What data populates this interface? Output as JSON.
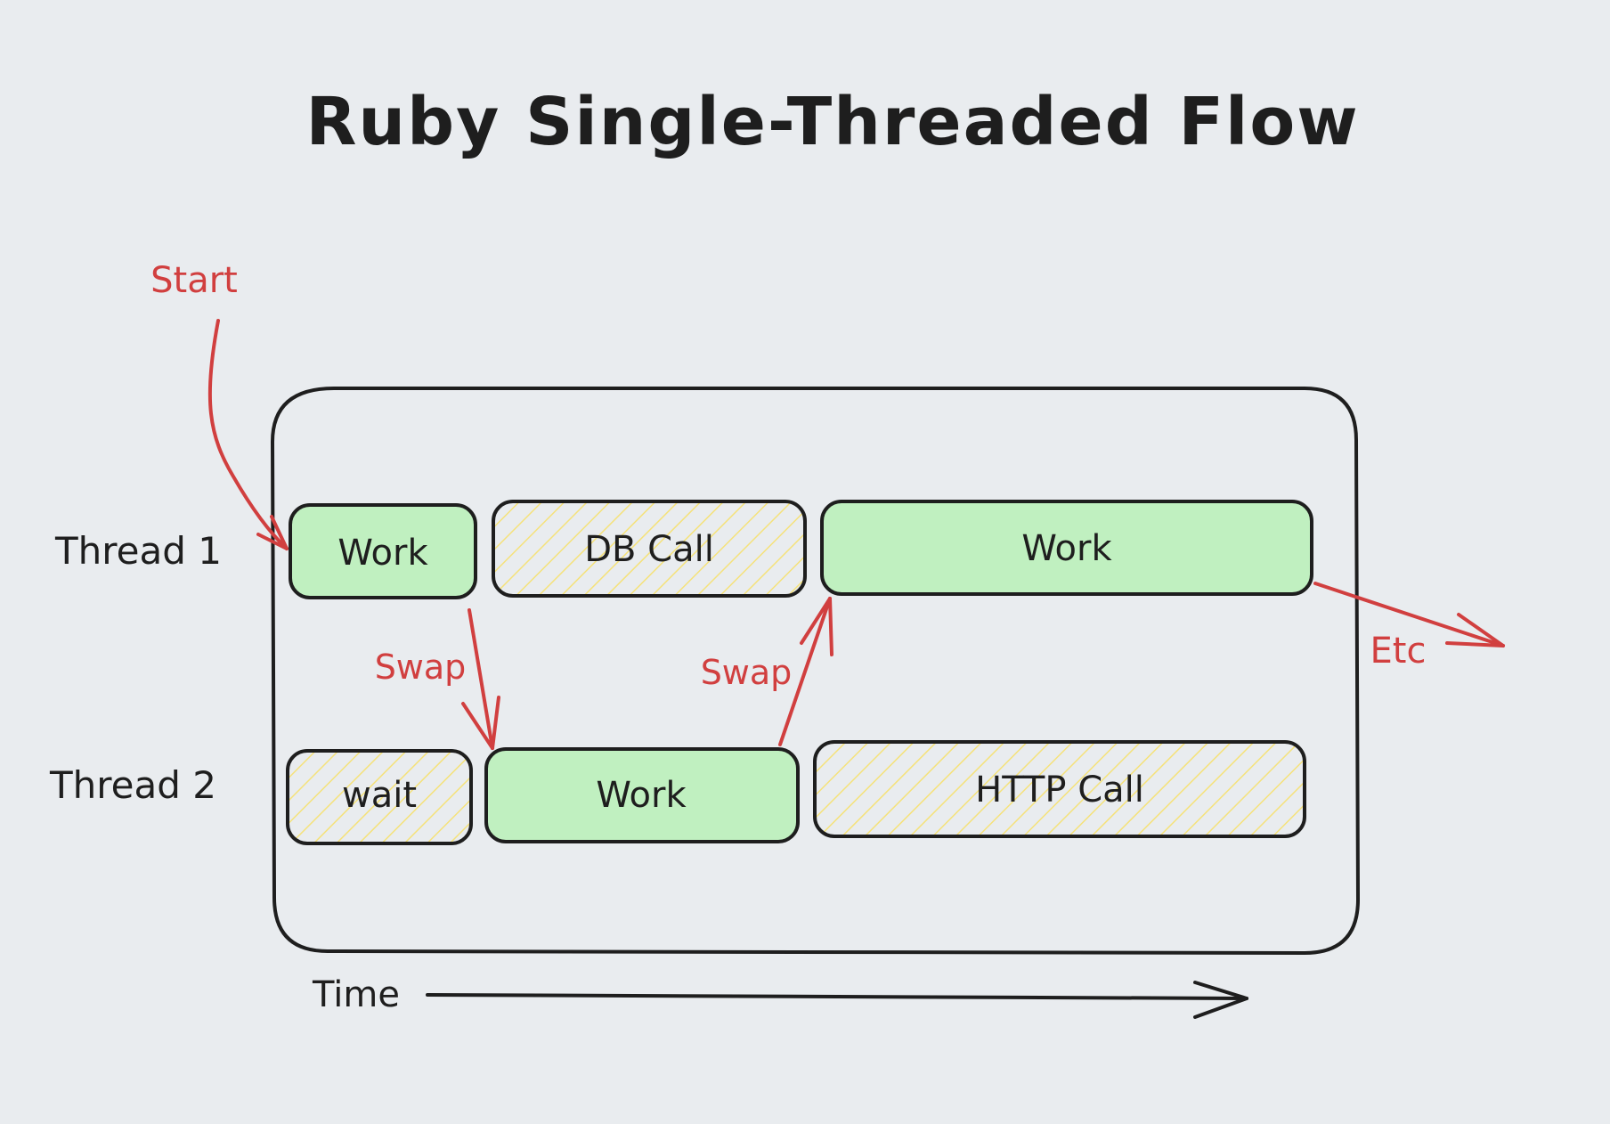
{
  "title": "Ruby Single-Threaded Flow",
  "threads": [
    {
      "label": "Thread 1"
    },
    {
      "label": "Thread 2"
    }
  ],
  "blocks": [
    {
      "id": "t1-work-1",
      "text": "Work",
      "kind": "work"
    },
    {
      "id": "t1-db-call",
      "text": "DB Call",
      "kind": "io"
    },
    {
      "id": "t1-work-2",
      "text": "Work",
      "kind": "work"
    },
    {
      "id": "t2-wait",
      "text": "wait",
      "kind": "io"
    },
    {
      "id": "t2-work",
      "text": "Work",
      "kind": "work"
    },
    {
      "id": "t2-http-call",
      "text": "HTTP Call",
      "kind": "io"
    }
  ],
  "annotations": {
    "start": "Start",
    "swap_1": "Swap",
    "swap_2": "Swap",
    "etc": "Etc"
  },
  "axis": {
    "label": "Time"
  },
  "colors": {
    "background": "#e9ecef",
    "ink": "#1e1e1e",
    "arrow": "#d13f3f",
    "work_fill": "#c0f0c0",
    "hatch": "#f5e27a"
  }
}
